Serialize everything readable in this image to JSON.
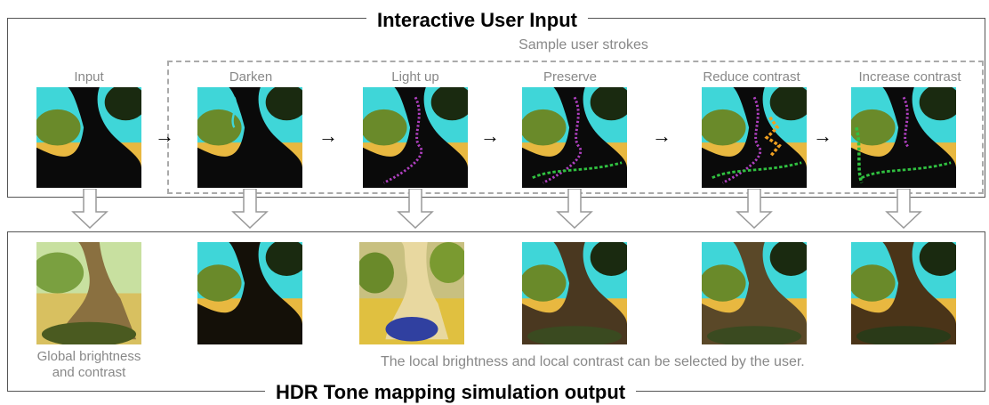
{
  "top_panel": {
    "title": "Interactive User Input",
    "subtitle": "Sample user strokes",
    "labels": [
      "Input",
      "Darken",
      "Light up",
      "Preserve",
      "Reduce contrast",
      "Increase contrast"
    ]
  },
  "bottom_panel": {
    "title": "HDR Tone mapping simulation output",
    "caption_line1": "Global brightness",
    "caption_line2": "and contrast",
    "note": "The local brightness and local contrast can be selected by the user."
  },
  "arrow_glyph": "→",
  "colors": {
    "sky": "#3fd6d8",
    "foliage": "#6a8a2a",
    "ground": "#e8b840",
    "stroke_purple": "#b040c0",
    "stroke_green": "#30c040",
    "stroke_orange": "#f0a020"
  }
}
